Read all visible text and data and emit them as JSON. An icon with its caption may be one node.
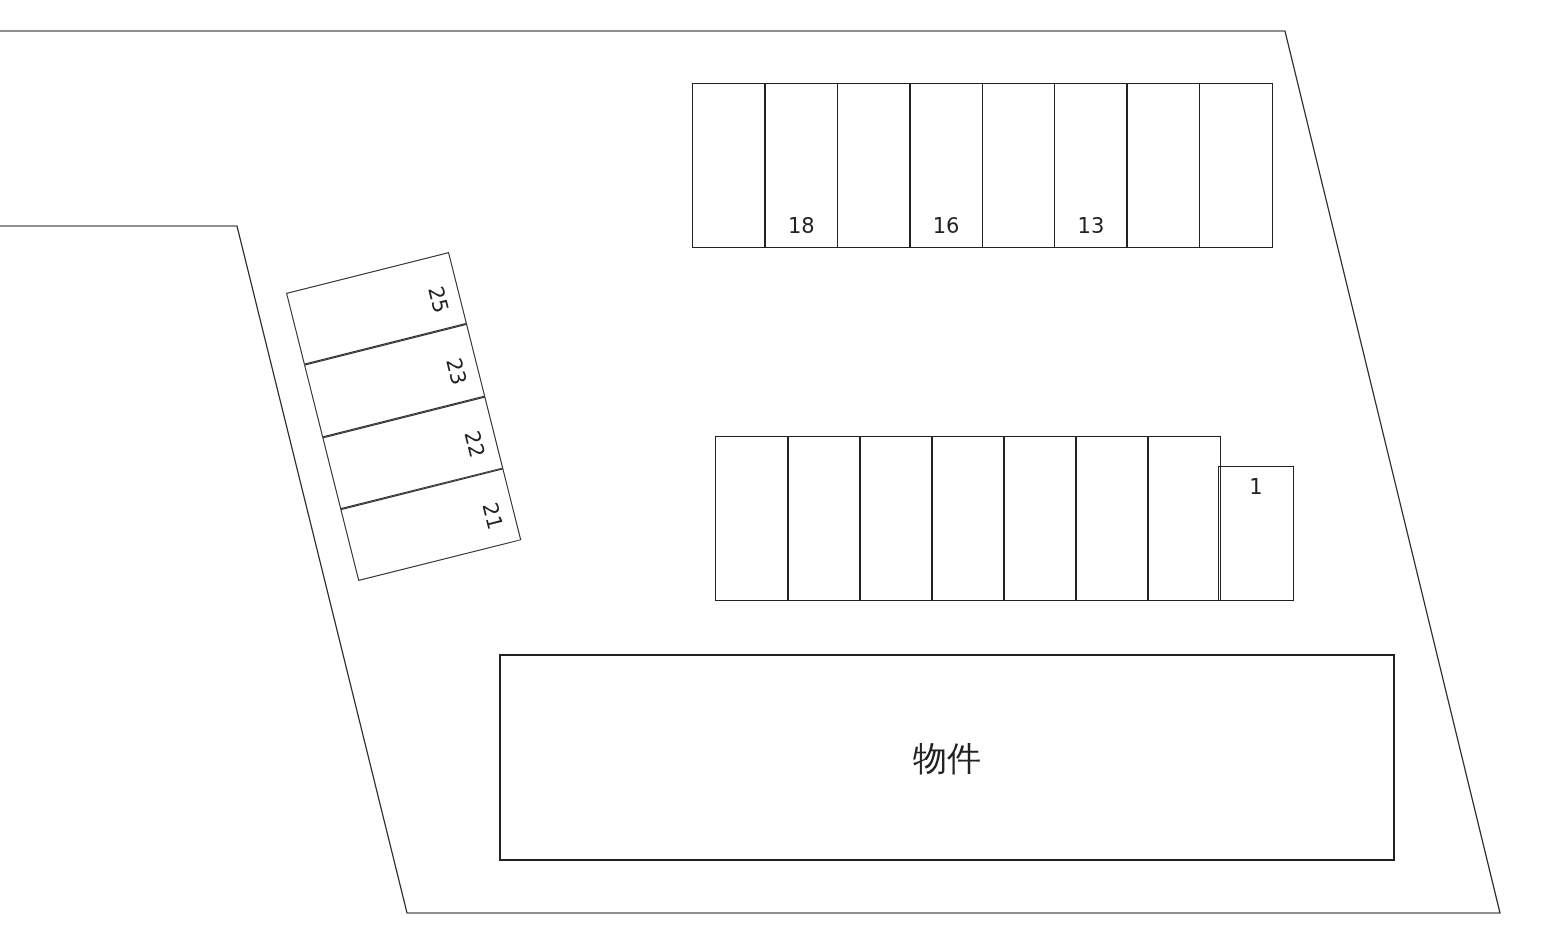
{
  "diagram": {
    "nodes": [
      {
        "text": [],
        "shape": "box"
      },
      {
        "text": [
          "18"
        ]
      },
      {
        "text": [],
        "shape": "box"
      },
      {
        "text": [
          "16"
        ]
      },
      {
        "text": [],
        "shape": "box"
      },
      {
        "text": [
          "13"
        ]
      },
      {
        "text": [],
        "shape": "box"
      },
      {
        "text": [],
        "shape": "box"
      },
      {
        "text": [
          "25"
        ]
      },
      {
        "text": [
          "23"
        ]
      },
      {
        "text": [
          "22"
        ]
      },
      {
        "text": [
          "21"
        ]
      },
      {
        "text": [],
        "shape": "box"
      },
      {
        "text": [],
        "shape": "box"
      },
      {
        "text": [],
        "shape": "box"
      },
      {
        "text": [],
        "shape": "box"
      },
      {
        "text": [],
        "shape": "box"
      },
      {
        "text": [],
        "shape": "box"
      },
      {
        "text": [],
        "shape": "box"
      },
      {
        "text": [
          "1"
        ]
      },
      {
        "text": [
          "物件"
        ]
      }
    ]
  }
}
